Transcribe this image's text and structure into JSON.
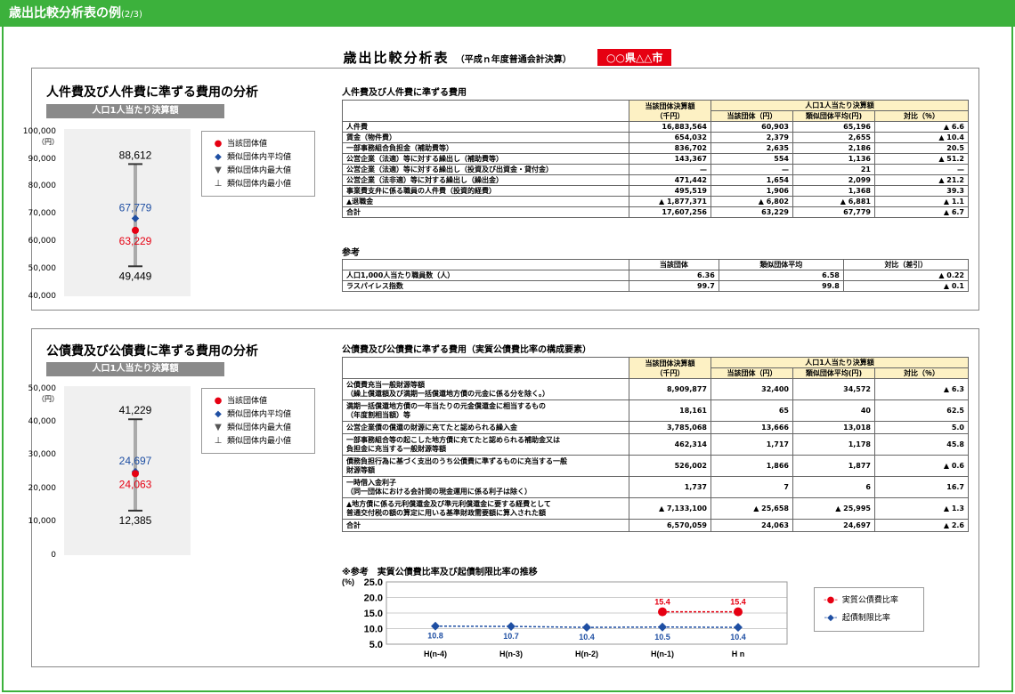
{
  "header": {
    "title": "歳出比較分析表の例",
    "page": "(2/3)"
  },
  "doc": {
    "title": "歳出比較分析表",
    "subtitle": "（平成ｎ年度普通会計決算）",
    "city": "○○県△△市"
  },
  "colors": {
    "green": "#3cb13c",
    "red": "#e60012",
    "blue": "#1f4fa3",
    "header_bg": "#fdf1c4"
  },
  "personnel": {
    "heading": "人件費及び人件費に準ずる費用の分析",
    "per_capita_label": "人口1人当たり決算額",
    "unit": "（円）",
    "chart_data": {
      "type": "range-marker",
      "ylim": [
        40000,
        100000
      ],
      "yticks": [
        "100,000",
        "90,000",
        "80,000",
        "70,000",
        "60,000",
        "50,000",
        "40,000"
      ],
      "max": 88612,
      "min": 49449,
      "avg": 67779,
      "entity": 63229,
      "max_label": "88,612",
      "min_label": "49,449",
      "avg_label": "67,779",
      "entity_label": "63,229"
    },
    "legend": [
      "当該団体値",
      "類似団体内平均値",
      "類似団体内最大値",
      "類似団体内最小値"
    ],
    "table_title": "人件費及び人件費に準ずる費用",
    "table_headers": {
      "amount": "当該団体決算額\n（千円）",
      "group": "人口1人当たり決算額",
      "entity": "当該団体（円）",
      "avg": "類似団体平均(円)",
      "ratio": "対比（％）"
    },
    "rows": [
      [
        "人件費",
        "16,883,564",
        "60,903",
        "65,196",
        "▲ 6.6"
      ],
      [
        "賃金（物件費）",
        "654,032",
        "2,379",
        "2,655",
        "▲ 10.4"
      ],
      [
        "一部事務組合負担金（補助費等）",
        "836,702",
        "2,635",
        "2,186",
        "20.5"
      ],
      [
        "公営企業（法適）等に対する繰出し（補助費等）",
        "143,367",
        "554",
        "1,136",
        "▲ 51.2"
      ],
      [
        "公営企業（法適）等に対する繰出し（投資及び出資金・貸付金）",
        "—",
        "—",
        "21",
        "—"
      ],
      [
        "公営企業（法非適）等に対する繰出し（繰出金）",
        "471,442",
        "1,654",
        "2,099",
        "▲ 21.2"
      ],
      [
        "事業費支弁に係る職員の人件費（投資的経費）",
        "495,519",
        "1,906",
        "1,368",
        "39.3"
      ],
      [
        "▲退職金",
        "▲ 1,877,371",
        "▲ 6,802",
        "▲ 6,881",
        "▲ 1.1"
      ],
      [
        "合計",
        "17,607,256",
        "63,229",
        "67,779",
        "▲ 6.7"
      ]
    ],
    "ref_title": "参考",
    "ref_headers": [
      "当該団体",
      "類似団体平均",
      "対比（差引）"
    ],
    "ref_rows": [
      [
        "人口1,000人当たり職員数（人）",
        "6.36",
        "6.58",
        "▲ 0.22"
      ],
      [
        "ラスパイレス指数",
        "99.7",
        "99.8",
        "▲ 0.1"
      ]
    ]
  },
  "debt": {
    "heading": "公債費及び公債費に準ずる費用の分析",
    "per_capita_label": "人口1人当たり決算額",
    "unit": "（円）",
    "chart_data": {
      "type": "range-marker",
      "ylim": [
        0,
        50000
      ],
      "yticks": [
        "50,000",
        "40,000",
        "30,000",
        "20,000",
        "10,000",
        "0"
      ],
      "max": 41229,
      "min": 12385,
      "avg": 24697,
      "entity": 24063,
      "max_label": "41,229",
      "min_label": "12,385",
      "avg_label": "24,697",
      "entity_label": "24,063"
    },
    "legend": [
      "当該団体値",
      "類似団体内平均値",
      "類似団体内最大値",
      "類似団体内最小値"
    ],
    "table_title": "公債費及び公債費に準ずる費用（実質公債費比率の構成要素）",
    "table_headers": {
      "amount": "当該団体決算額\n（千円）",
      "group": "人口1人当たり決算額",
      "entity": "当該団体（円）",
      "avg": "類似団体平均(円)",
      "ratio": "対比（％）"
    },
    "rows": [
      [
        "公債費充当一般財源等額\n（繰上償還額及び満期一括償還地方債の元金に係る分を除く。）",
        "8,909,877",
        "32,400",
        "34,572",
        "▲ 6.3"
      ],
      [
        "満期一括償還地方債の一年当たりの元金償還金に相当するもの\n（年度割相当額）等",
        "18,161",
        "65",
        "40",
        "62.5"
      ],
      [
        "公営企業債の償還の財源に充てたと認められる繰入金",
        "3,785,068",
        "13,666",
        "13,018",
        "5.0"
      ],
      [
        "一部事務組合等の起こした地方債に充てたと認められる補助金又は\n負担金に充当する一般財源等額",
        "462,314",
        "1,717",
        "1,178",
        "45.8"
      ],
      [
        "債務負担行為に基づく支出のうち公債費に準ずるものに充当する一般\n財源等額",
        "526,002",
        "1,866",
        "1,877",
        "▲ 0.6"
      ],
      [
        "一時借入金利子\n（同一団体における会計間の現金運用に係る利子は除く）",
        "1,737",
        "7",
        "6",
        "16.7"
      ],
      [
        "▲地方債に係る元利償還金及び準元利償還金に要する経費として\n普通交付税の額の算定に用いる基準財政需要額に算入された額",
        "▲ 7,133,100",
        "▲ 25,658",
        "▲ 25,995",
        "▲ 1.3"
      ],
      [
        "合計",
        "6,570,059",
        "24,063",
        "24,697",
        "▲ 2.6"
      ]
    ],
    "trend_title": "※参考　実質公債費比率及び起債制限比率の推移",
    "trend": {
      "type": "line",
      "unit": "(%)",
      "categories": [
        "H(n-4)",
        "H(n-3)",
        "H(n-2)",
        "H(n-1)",
        "H n"
      ],
      "ylim": [
        5.0,
        25.0
      ],
      "yticks": [
        "25.0",
        "20.0",
        "15.0",
        "10.0",
        "5.0"
      ],
      "series": [
        {
          "name": "実質公債費比率",
          "values": [
            null,
            null,
            null,
            15.4,
            15.4
          ],
          "labels": [
            "",
            "",
            "",
            "15.4",
            "15.4"
          ]
        },
        {
          "name": "起債制限比率",
          "values": [
            10.8,
            10.7,
            10.4,
            10.5,
            10.4
          ],
          "labels": [
            "10.8",
            "10.7",
            "10.4",
            "10.5",
            "10.4"
          ]
        }
      ]
    }
  }
}
